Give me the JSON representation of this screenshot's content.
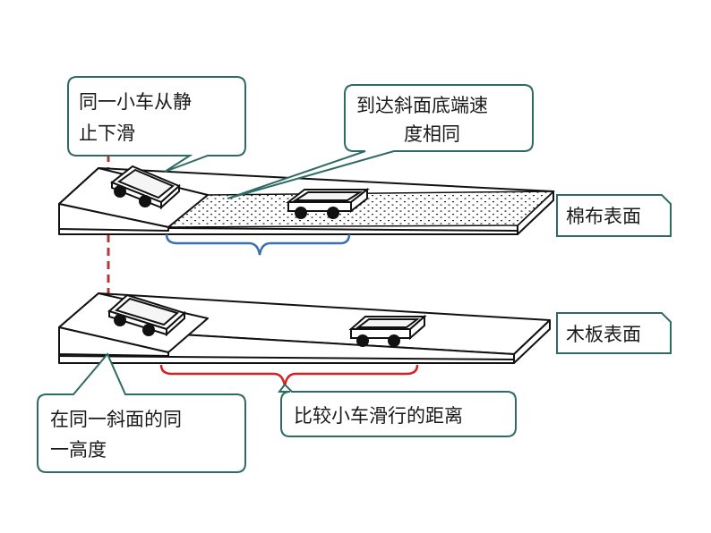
{
  "callouts": {
    "same_cart": {
      "line1": "同一小车从静",
      "line2": "止下滑"
    },
    "same_speed": {
      "line1": "到达斜面底端速",
      "line2": "度相同"
    },
    "same_height": {
      "line1": "在同一斜面的同",
      "line2": "一高度"
    },
    "compare_distance": {
      "text": "比较小车滑行的距离"
    }
  },
  "surfaces": {
    "cotton": {
      "label": "棉布表面"
    },
    "wood": {
      "label": "木板表面"
    }
  },
  "colors": {
    "callout_border": "#2e6b63",
    "cotton_brace": "#3a6fb0",
    "wood_brace": "#d42020",
    "dashed_line": "#b03a3a",
    "ink": "#111111"
  }
}
